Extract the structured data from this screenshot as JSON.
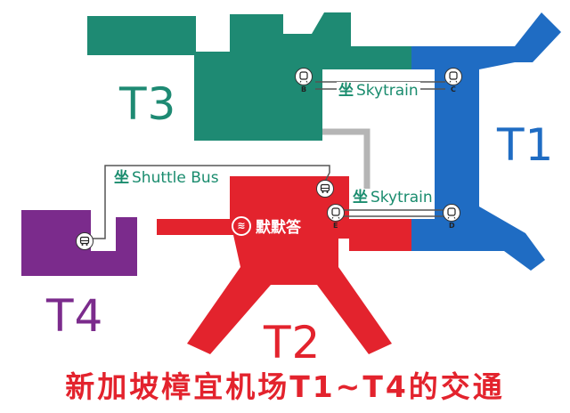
{
  "terminals": {
    "t1": {
      "label": "T1",
      "color": "#1f6cc3"
    },
    "t2": {
      "label": "T2",
      "color": "#e3232d"
    },
    "t3": {
      "label": "T3",
      "color": "#1e8a73"
    },
    "t4": {
      "label": "T4",
      "color": "#7b2b8c"
    }
  },
  "routes": {
    "skytrain_upper": {
      "glyph": "坐",
      "label": "Skytrain"
    },
    "skytrain_lower": {
      "glyph": "坐",
      "label": "Skytrain"
    },
    "shuttle_bus": {
      "glyph": "坐",
      "label": "Shuttle Bus"
    }
  },
  "stations": {
    "b": {
      "letter": "B",
      "icon": "train-icon"
    },
    "c": {
      "letter": "C",
      "icon": "train-icon"
    },
    "d": {
      "letter": "D",
      "icon": "train-icon"
    },
    "e": {
      "letter": "E",
      "icon": "train-icon"
    },
    "bus_t2": {
      "icon": "bus-icon"
    },
    "bus_t4": {
      "icon": "bus-icon"
    }
  },
  "watermark": {
    "text": "默默答"
  },
  "caption": {
    "text": "新加坡樟宜机场T1~T4的交通",
    "color": "#e3232d"
  }
}
